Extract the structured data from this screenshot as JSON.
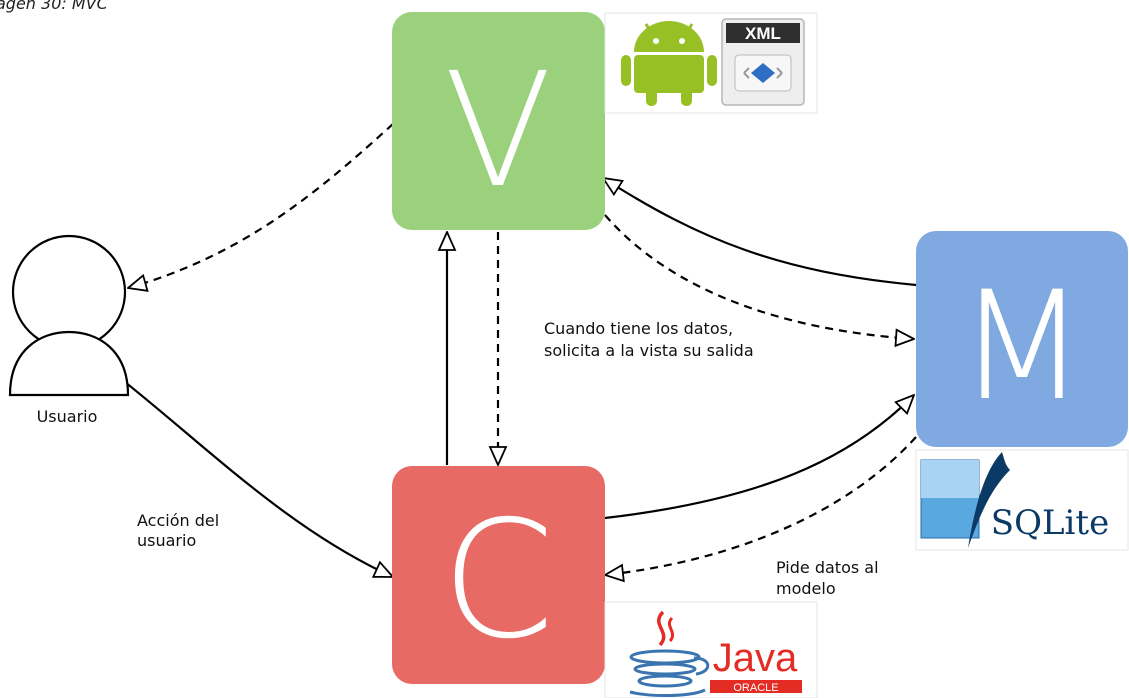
{
  "caption": "agen 30: MVC",
  "nodes": {
    "view": {
      "letter": "V",
      "color": "#9bd17c"
    },
    "model": {
      "letter": "M",
      "color": "#7fa9e0"
    },
    "controller": {
      "letter": "C",
      "color": "#e86a65"
    }
  },
  "actor": {
    "label": "Usuario"
  },
  "labels": {
    "user_action": [
      "Acción del",
      "usuario"
    ],
    "request_data": [
      "Pide datos al",
      "modelo"
    ],
    "when_data": [
      "Cuando tiene los datos,",
      "solicita a la vista su salida"
    ]
  },
  "logos": {
    "xml": "XML",
    "sqlite": "SQLite",
    "java": "Java",
    "oracle": "ORACLE"
  },
  "colors": {
    "android": "#97c024",
    "sqlite_blue": "#0f80cc",
    "java_red": "#e32c23",
    "java_blue": "#3a75b0"
  }
}
